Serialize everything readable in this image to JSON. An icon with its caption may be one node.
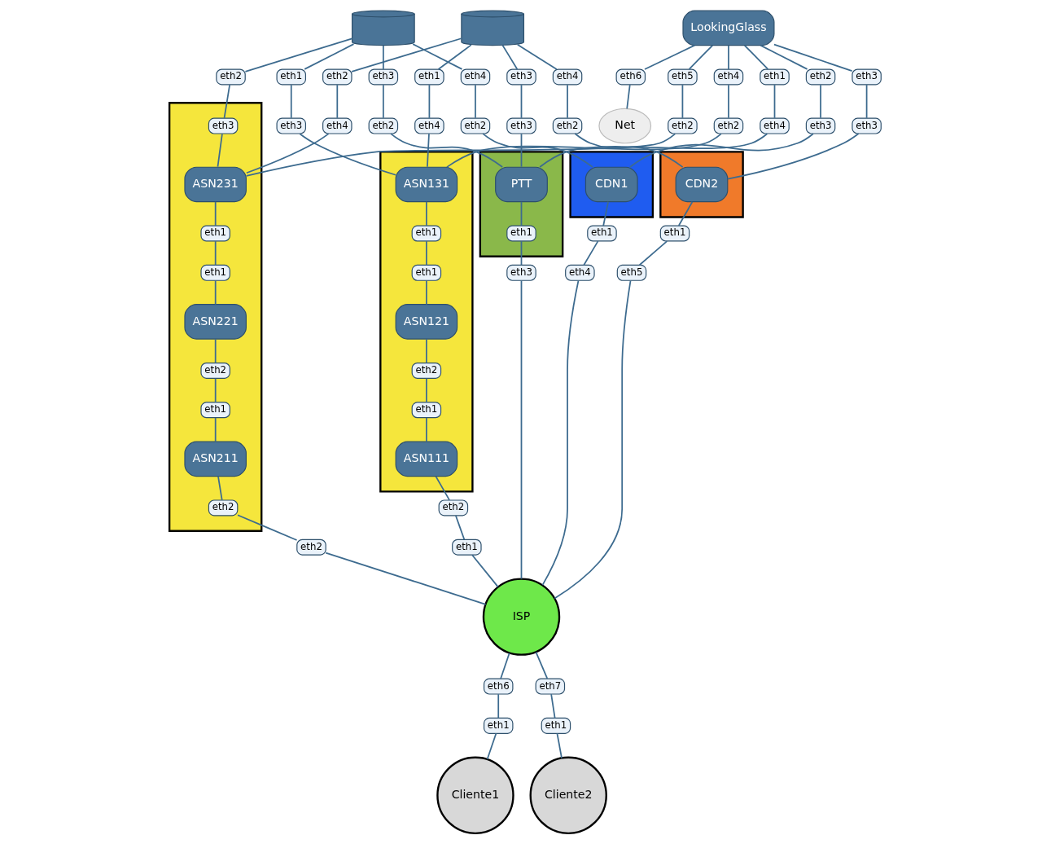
{
  "diagram": {
    "nodes": [
      {
        "text": [],
        "shape": "cylinder"
      },
      {
        "text": [],
        "shape": "cylinder"
      },
      {
        "text": [
          "LookingGlass"
        ]
      },
      {
        "text": [
          "Net"
        ]
      },
      {
        "text": [],
        "shape": "box"
      },
      {
        "text": [
          "ASN131"
        ],
        "in": 4
      },
      {
        "text": [
          "ASN121"
        ],
        "in": 4
      },
      {
        "text": [
          "ASN111"
        ],
        "in": 4
      },
      {
        "text": [],
        "shape": "box"
      },
      {
        "text": [
          "ASN231"
        ],
        "in": 8
      },
      {
        "text": [
          "ASN221"
        ],
        "in": 8
      },
      {
        "text": [
          "ASN211"
        ],
        "in": 8
      },
      {
        "text": [],
        "shape": "box"
      },
      {
        "text": [
          "PTT"
        ],
        "in": 12
      },
      {
        "text": [],
        "shape": "box"
      },
      {
        "text": [
          "CDN1"
        ],
        "in": 14
      },
      {
        "text": [],
        "shape": "box"
      },
      {
        "text": [
          "CDN2"
        ],
        "in": 16
      },
      {
        "text": [
          "ISP"
        ]
      },
      {
        "text": [
          "Cliente1"
        ]
      },
      {
        "text": [
          "Cliente2"
        ]
      },
      {
        "text": [
          "eth1"
        ]
      },
      {
        "text": [
          "eth3"
        ]
      },
      {
        "text": [
          "eth2"
        ]
      },
      {
        "text": [
          "eth3"
        ],
        "in": 8
      },
      {
        "text": [
          "eth1"
        ]
      },
      {
        "text": [
          "eth4"
        ]
      },
      {
        "text": [
          "eth2"
        ]
      },
      {
        "text": [
          "eth4"
        ]
      },
      {
        "text": [
          "eth4"
        ]
      },
      {
        "text": [
          "eth2"
        ]
      },
      {
        "text": [
          "eth5"
        ]
      },
      {
        "text": [
          "eth2"
        ]
      },
      {
        "text": [
          "eth6"
        ]
      },
      {
        "text": [
          "eth3"
        ]
      },
      {
        "text": [
          "eth2"
        ]
      },
      {
        "text": [
          "eth4"
        ]
      },
      {
        "text": [
          "eth2"
        ]
      },
      {
        "text": [
          "eth3"
        ]
      },
      {
        "text": [
          "eth3"
        ]
      },
      {
        "text": [
          "eth4"
        ]
      },
      {
        "text": [
          "eth2"
        ]
      },
      {
        "text": [
          "eth1"
        ]
      },
      {
        "text": [
          "eth4"
        ]
      },
      {
        "text": [
          "eth2"
        ]
      },
      {
        "text": [
          "eth3"
        ]
      },
      {
        "text": [
          "eth3"
        ]
      },
      {
        "text": [
          "eth3"
        ]
      },
      {
        "text": [
          "eth1"
        ],
        "in": 4
      },
      {
        "text": [
          "eth1"
        ],
        "in": 4
      },
      {
        "text": [
          "eth2"
        ],
        "in": 4
      },
      {
        "text": [
          "eth1"
        ],
        "in": 4
      },
      {
        "text": [
          "eth1"
        ],
        "in": 8
      },
      {
        "text": [
          "eth1"
        ],
        "in": 8
      },
      {
        "text": [
          "eth2"
        ],
        "in": 8
      },
      {
        "text": [
          "eth1"
        ],
        "in": 8
      },
      {
        "text": [
          "eth2"
        ]
      },
      {
        "text": [
          "eth1"
        ]
      },
      {
        "text": [
          "eth2"
        ],
        "in": 8
      },
      {
        "text": [
          "eth2"
        ]
      },
      {
        "text": [
          "eth1"
        ],
        "in": 12
      },
      {
        "text": [
          "eth3"
        ]
      },
      {
        "text": [
          "eth1"
        ]
      },
      {
        "text": [
          "eth4"
        ]
      },
      {
        "text": [
          "eth1"
        ]
      },
      {
        "text": [
          "eth5"
        ]
      },
      {
        "text": [
          "eth6"
        ]
      },
      {
        "text": [
          "eth1"
        ]
      },
      {
        "text": [
          "eth7"
        ]
      },
      {
        "text": [
          "eth1"
        ]
      }
    ],
    "edges": [
      {
        "from": 0,
        "to": 21,
        "arrow": "none"
      },
      {
        "from": 21,
        "to": 22,
        "arrow": "none"
      },
      {
        "from": 22,
        "to": 5,
        "arrow": "none"
      },
      {
        "from": 0,
        "to": 23,
        "arrow": "none"
      },
      {
        "from": 23,
        "to": 24,
        "arrow": "none"
      },
      {
        "from": 24,
        "to": 9,
        "arrow": "none"
      },
      {
        "from": 1,
        "to": 25,
        "arrow": "none"
      },
      {
        "from": 25,
        "to": 26,
        "arrow": "none"
      },
      {
        "from": 26,
        "to": 5,
        "arrow": "none"
      },
      {
        "from": 1,
        "to": 27,
        "arrow": "none"
      },
      {
        "from": 27,
        "to": 28,
        "arrow": "none"
      },
      {
        "from": 28,
        "to": 9,
        "arrow": "none"
      },
      {
        "from": 2,
        "to": 29,
        "arrow": "none"
      },
      {
        "from": 29,
        "to": 30,
        "arrow": "none"
      },
      {
        "from": 30,
        "to": 5,
        "arrow": "none"
      },
      {
        "from": 2,
        "to": 31,
        "arrow": "none"
      },
      {
        "from": 31,
        "to": 32,
        "arrow": "none"
      },
      {
        "from": 32,
        "to": 9,
        "arrow": "none"
      },
      {
        "from": 2,
        "to": 33,
        "arrow": "none"
      },
      {
        "from": 33,
        "to": 3,
        "arrow": "none"
      },
      {
        "from": 0,
        "to": 34,
        "arrow": "none"
      },
      {
        "from": 34,
        "to": 35,
        "arrow": "none"
      },
      {
        "from": 35,
        "to": 13,
        "arrow": "none"
      },
      {
        "from": 0,
        "to": 36,
        "arrow": "none"
      },
      {
        "from": 36,
        "to": 37,
        "arrow": "none"
      },
      {
        "from": 37,
        "to": 15,
        "arrow": "none"
      },
      {
        "from": 1,
        "to": 38,
        "arrow": "none"
      },
      {
        "from": 38,
        "to": 39,
        "arrow": "none"
      },
      {
        "from": 39,
        "to": 13,
        "arrow": "none"
      },
      {
        "from": 1,
        "to": 40,
        "arrow": "none"
      },
      {
        "from": 40,
        "to": 41,
        "arrow": "none"
      },
      {
        "from": 41,
        "to": 17,
        "arrow": "none"
      },
      {
        "from": 2,
        "to": 42,
        "arrow": "none"
      },
      {
        "from": 42,
        "to": 43,
        "arrow": "none"
      },
      {
        "from": 43,
        "to": 13,
        "arrow": "none"
      },
      {
        "from": 2,
        "to": 44,
        "arrow": "none"
      },
      {
        "from": 44,
        "to": 45,
        "arrow": "none"
      },
      {
        "from": 45,
        "to": 15,
        "arrow": "none"
      },
      {
        "from": 2,
        "to": 46,
        "arrow": "none"
      },
      {
        "from": 46,
        "to": 47,
        "arrow": "none"
      },
      {
        "from": 47,
        "to": 17,
        "arrow": "none"
      },
      {
        "from": 5,
        "to": 48,
        "arrow": "none"
      },
      {
        "from": 48,
        "to": 49,
        "arrow": "none"
      },
      {
        "from": 49,
        "to": 6,
        "arrow": "none"
      },
      {
        "from": 6,
        "to": 50,
        "arrow": "none"
      },
      {
        "from": 50,
        "to": 51,
        "arrow": "none"
      },
      {
        "from": 51,
        "to": 7,
        "arrow": "none"
      },
      {
        "from": 9,
        "to": 52,
        "arrow": "none"
      },
      {
        "from": 52,
        "to": 53,
        "arrow": "none"
      },
      {
        "from": 53,
        "to": 10,
        "arrow": "none"
      },
      {
        "from": 10,
        "to": 54,
        "arrow": "none"
      },
      {
        "from": 54,
        "to": 55,
        "arrow": "none"
      },
      {
        "from": 55,
        "to": 11,
        "arrow": "none"
      },
      {
        "from": 7,
        "to": 56,
        "arrow": "none"
      },
      {
        "from": 56,
        "to": 57,
        "arrow": "none"
      },
      {
        "from": 57,
        "to": 18,
        "arrow": "none"
      },
      {
        "from": 11,
        "to": 58,
        "arrow": "none"
      },
      {
        "from": 58,
        "to": 59,
        "arrow": "none"
      },
      {
        "from": 59,
        "to": 18,
        "arrow": "none"
      },
      {
        "from": 13,
        "to": 60,
        "arrow": "none"
      },
      {
        "from": 60,
        "to": 61,
        "arrow": "none"
      },
      {
        "from": 61,
        "to": 18,
        "arrow": "none"
      },
      {
        "from": 15,
        "to": 62,
        "arrow": "none"
      },
      {
        "from": 62,
        "to": 63,
        "arrow": "none"
      },
      {
        "from": 63,
        "to": 18,
        "arrow": "none"
      },
      {
        "from": 17,
        "to": 64,
        "arrow": "none"
      },
      {
        "from": 64,
        "to": 65,
        "arrow": "none"
      },
      {
        "from": 65,
        "to": 18,
        "arrow": "none"
      },
      {
        "from": 18,
        "to": 66,
        "arrow": "none"
      },
      {
        "from": 66,
        "to": 67,
        "arrow": "none"
      },
      {
        "from": 67,
        "to": 19,
        "arrow": "none"
      },
      {
        "from": 18,
        "to": 68,
        "arrow": "none"
      },
      {
        "from": 68,
        "to": 69,
        "arrow": "none"
      },
      {
        "from": 69,
        "to": 20,
        "arrow": "none"
      }
    ]
  }
}
